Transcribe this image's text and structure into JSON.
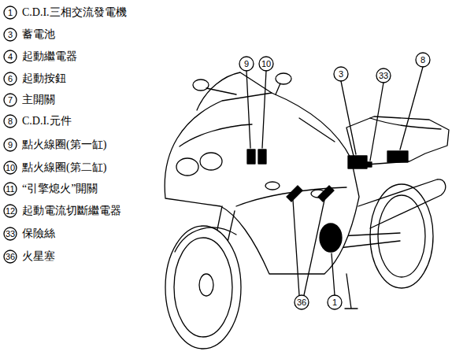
{
  "diagram": {
    "labels": [
      "1",
      "C.D.I.三相交流發電機",
      "3",
      "蓄電池",
      "4",
      "起動繼電器",
      "6",
      "起動按鈕",
      "7",
      "主開關",
      "8",
      "C.D.I.元件",
      "9",
      "點火線圈(第一缸)",
      "10",
      "點火線圈(第二缸)",
      "11",
      "“引擎熄火”開關",
      "12",
      "起動電流切斷繼電器",
      "33",
      "保險絲",
      "36",
      "火星塞",
      "9",
      "10",
      "3",
      "33",
      "8",
      "36",
      "1"
    ]
  }
}
